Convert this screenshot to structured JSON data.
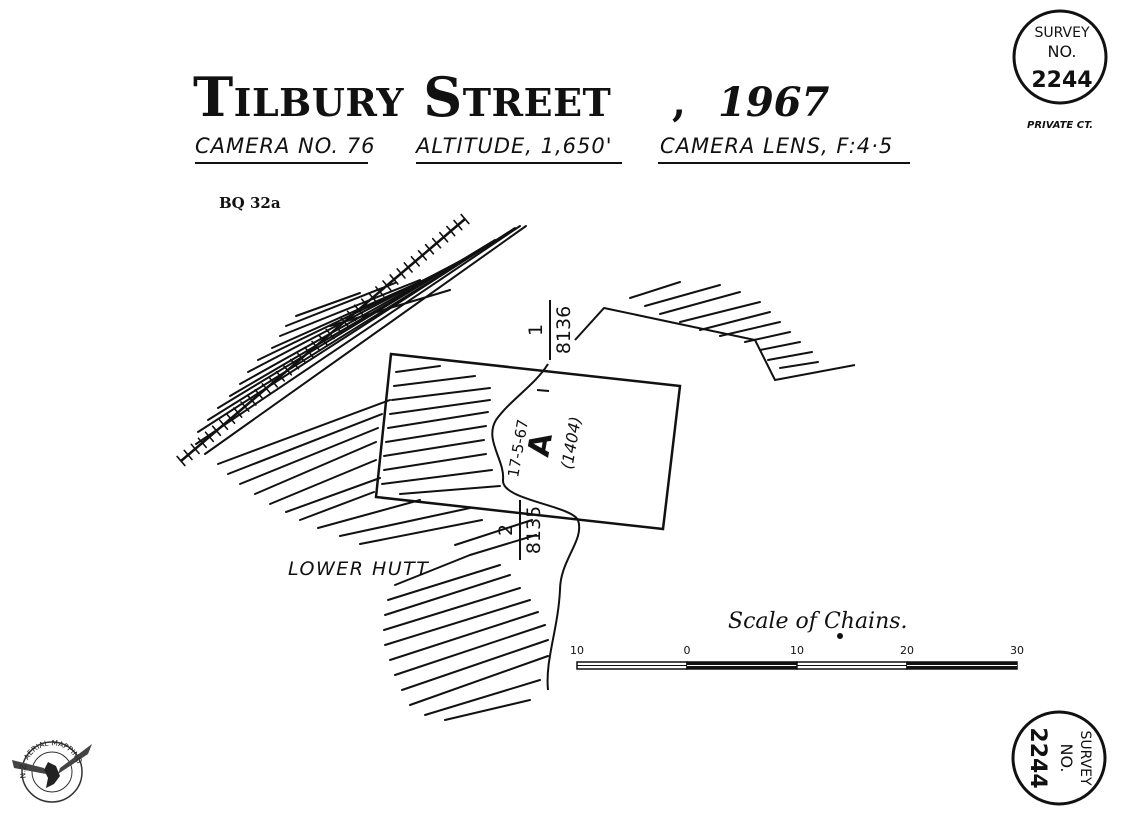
{
  "title": {
    "name": "Tilbury Street",
    "separator": ",",
    "year": "1967"
  },
  "subtitle": {
    "camera": "Camera No. 76",
    "altitude": "Altitude, 1,650'",
    "lens": "Camera Lens, F:4·5"
  },
  "reference_code": "BQ 32a",
  "survey_stamp_top": {
    "line1": "Survey",
    "line2": "No.",
    "number": "2244",
    "caption": "PRIVATE CT."
  },
  "survey_stamp_bottom": {
    "line1": "Survey",
    "line2": "No.",
    "number": "2244"
  },
  "map": {
    "place_label": "Lower Hutt",
    "area_letter": "A",
    "area_number": "(1404)",
    "date_note": "17-5-67",
    "run_1_number": "1",
    "run_1_photo": "8136",
    "run_2_number": "2",
    "run_2_photo": "8135"
  },
  "scale_bar": {
    "title": "Scale of Chains.",
    "ticks": [
      "10",
      "0",
      "10",
      "20",
      "30"
    ],
    "units_per_segment": 10
  },
  "logo": {
    "text": "N.Z. AERIAL MAPPING LTD."
  },
  "colors": {
    "ink": "#111111",
    "paper": "#ffffff"
  }
}
